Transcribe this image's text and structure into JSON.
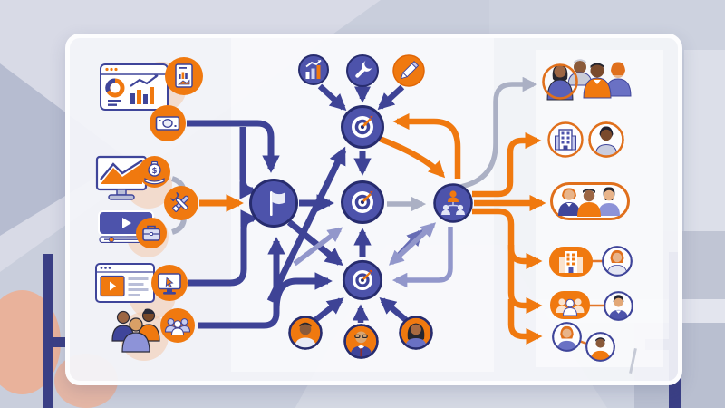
{
  "title": "Marketing workflow flowchart on an office whiteboard",
  "colors": {
    "navy_arrow": "#3e4396",
    "node_fill": "#4d53ab",
    "node_ring": "#272c6e",
    "orange": "#f0790f",
    "gray_arrow": "#abb0c4",
    "periwinkle_arrow": "#9297cb",
    "medium_arrow": "#666cb4",
    "background": "#c9cedc",
    "board": "#f3f4f9",
    "peach": "#e9b29b"
  },
  "aria": {
    "scene": "Flowchart illustration on a whiteboard with easel legs",
    "board": "Whiteboard",
    "left_sources": "Input channels column",
    "top_inputs": "Top input icons",
    "center": "Central strategy and goals flow",
    "bottom_people": "Contributing team members",
    "right_groups": "Audience and team output groups"
  },
  "left_sources": [
    {
      "id": "analytics-dashboard",
      "icon": "browser-analytics-icon"
    },
    {
      "id": "report",
      "icon": "report-document-icon"
    },
    {
      "id": "revenue",
      "icon": "banknote-icon"
    },
    {
      "id": "performance-screen",
      "icon": "monitor-chart-icon"
    },
    {
      "id": "funding",
      "icon": "money-bag-hand-icon"
    },
    {
      "id": "tools",
      "icon": "crossed-tools-icon"
    },
    {
      "id": "video-content",
      "icon": "video-player-icon"
    },
    {
      "id": "services",
      "icon": "briefcase-icon"
    },
    {
      "id": "video-landing-page",
      "icon": "webpage-video-icon"
    },
    {
      "id": "website",
      "icon": "monitor-cursor-icon"
    },
    {
      "id": "audience-illustration",
      "icon": "people-group-icon"
    },
    {
      "id": "team-circle",
      "icon": "three-people-icon"
    }
  ],
  "top_inputs": [
    {
      "id": "metrics",
      "icon": "bar-chart-icon"
    },
    {
      "id": "setup",
      "icon": "wrench-icon"
    },
    {
      "id": "content",
      "icon": "pencil-icon"
    }
  ],
  "center_nodes": [
    {
      "id": "goal-top",
      "icon": "target-icon"
    },
    {
      "id": "strategy",
      "icon": "flag-icon"
    },
    {
      "id": "goal-middle",
      "icon": "target-icon"
    },
    {
      "id": "team-hub",
      "icon": "org-people-icon"
    },
    {
      "id": "goal-bottom",
      "icon": "target-icon"
    }
  ],
  "bottom_people": [
    {
      "id": "member-1",
      "icon": "man-avatar-icon"
    },
    {
      "id": "member-2",
      "icon": "executive-avatar-icon"
    },
    {
      "id": "member-3",
      "icon": "woman-avatar-icon"
    }
  ],
  "right_groups": [
    {
      "id": "audience-segment",
      "items": [
        "group-of-four-people",
        "highlight-ring"
      ]
    },
    {
      "id": "company-contact",
      "items": [
        "building-circle",
        "man-avatar-circle"
      ]
    },
    {
      "id": "team-segment",
      "items": [
        "three-people-pill"
      ]
    },
    {
      "id": "office-lead",
      "items": [
        "building-pill",
        "woman-avatar-circle"
      ]
    },
    {
      "id": "group-lead",
      "items": [
        "people-pill",
        "man-avatar-circle"
      ]
    },
    {
      "id": "member-pair",
      "items": [
        "woman-avatar-circle",
        "man-avatar-circle"
      ]
    }
  ],
  "edges": [
    "revenue→strategy",
    "tools→strategy",
    "funding⌒briefcase-bracket",
    "website→strategy",
    "team-circle→strategy",
    "team-circle→goal-bottom",
    "left-trunk→goal-top",
    "strategy→goal-middle",
    "strategy→goal-bottom",
    "metrics→goal-top",
    "setup→goal-top",
    "content→goal-top",
    "goal-top→goal-middle",
    "goal-bottom→goal-middle",
    "goal-top⇄team-hub(orange)",
    "goal-middle→team-hub",
    "goal-bottom⇄team-hub",
    "team-hub→bottom-target",
    "member-1→goal-bottom",
    "member-2→goal-bottom",
    "member-3→goal-bottom",
    "goal-middle→audience-segment",
    "team-hub→company-contact",
    "team-hub→team-segment",
    "team-hub→office-lead",
    "team-hub→group-lead",
    "team-hub→member-pair"
  ]
}
